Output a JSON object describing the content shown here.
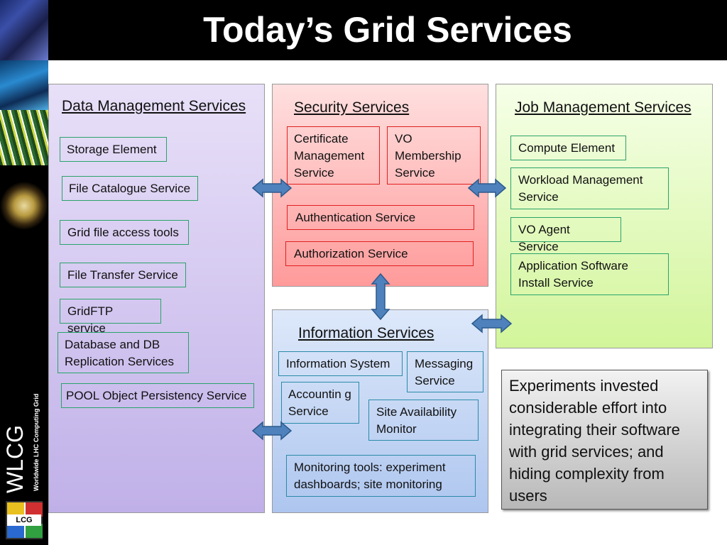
{
  "header": {
    "title": "Today’s Grid Services"
  },
  "sidebar": {
    "logo_text": "WLCG",
    "logo_subtext": "Worldwide LHC Computing Grid",
    "lcg_text": "LCG"
  },
  "data_management": {
    "title": "Data Management Services",
    "items": [
      "Storage Element",
      "File Catalogue Service",
      "Grid file access tools",
      "File Transfer Service",
      "GridFTP service",
      "Database and DB Replication Services",
      "POOL Object Persistency Service"
    ]
  },
  "security": {
    "title": "Security Services",
    "items": [
      "Certificate Management Service",
      "VO Membership Service",
      "Authentication Service",
      "Authorization Service"
    ]
  },
  "job_management": {
    "title": "Job Management Services",
    "items": [
      "Compute Element",
      "Workload Management Service",
      "VO Agent Service",
      "Application Software Install Service"
    ]
  },
  "information": {
    "title": "Information Services",
    "items": [
      "Information System",
      "Messaging Service",
      "Accountin g Service",
      "Site Availability Monitor",
      "Monitoring tools: experiment dashboards; site monitoring"
    ]
  },
  "note": {
    "text": "Experiments invested considerable effort into integrating their software with grid services; and hiding complexity from users"
  },
  "colors": {
    "header_bg": "#000000",
    "arrow_fill": "#4f81bd",
    "arrow_stroke": "#2c5a8c"
  }
}
